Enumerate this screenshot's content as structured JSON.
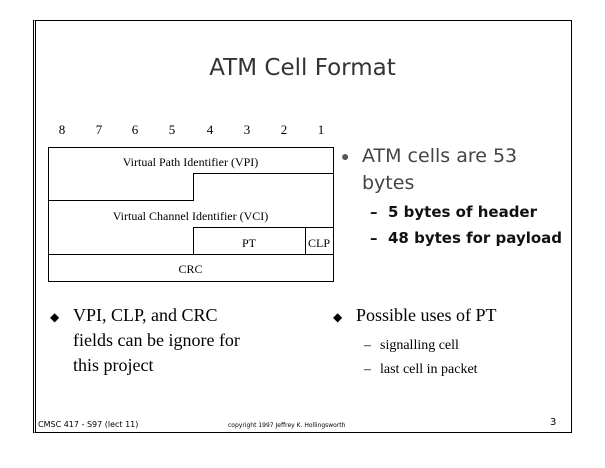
{
  "title": "ATM Cell Format",
  "bits": [
    "8",
    "7",
    "6",
    "5",
    "4",
    "3",
    "2",
    "1"
  ],
  "fields": {
    "vpi": "Virtual Path Identifier (VPI)",
    "vci": "Virtual Channel Identifier (VCI)",
    "pt": "PT",
    "clp": "CLP",
    "crc": "CRC"
  },
  "right_bullets": {
    "main": [
      "ATM cells are 53",
      "bytes"
    ],
    "subs": [
      "5 bytes of header",
      "48 bytes for payload"
    ]
  },
  "left_note": [
    "VPI, CLP, and CRC",
    "fields can be ignore for",
    "this project"
  ],
  "pt_uses": {
    "main": "Possible uses of PT",
    "subs": [
      "signalling cell",
      "last cell in packet"
    ]
  },
  "footer": {
    "course": "CMSC 417 - S97  (lect 11)",
    "copyright": "copyright 1997 Jeffrey K. Hollingsworth",
    "page": "3"
  }
}
